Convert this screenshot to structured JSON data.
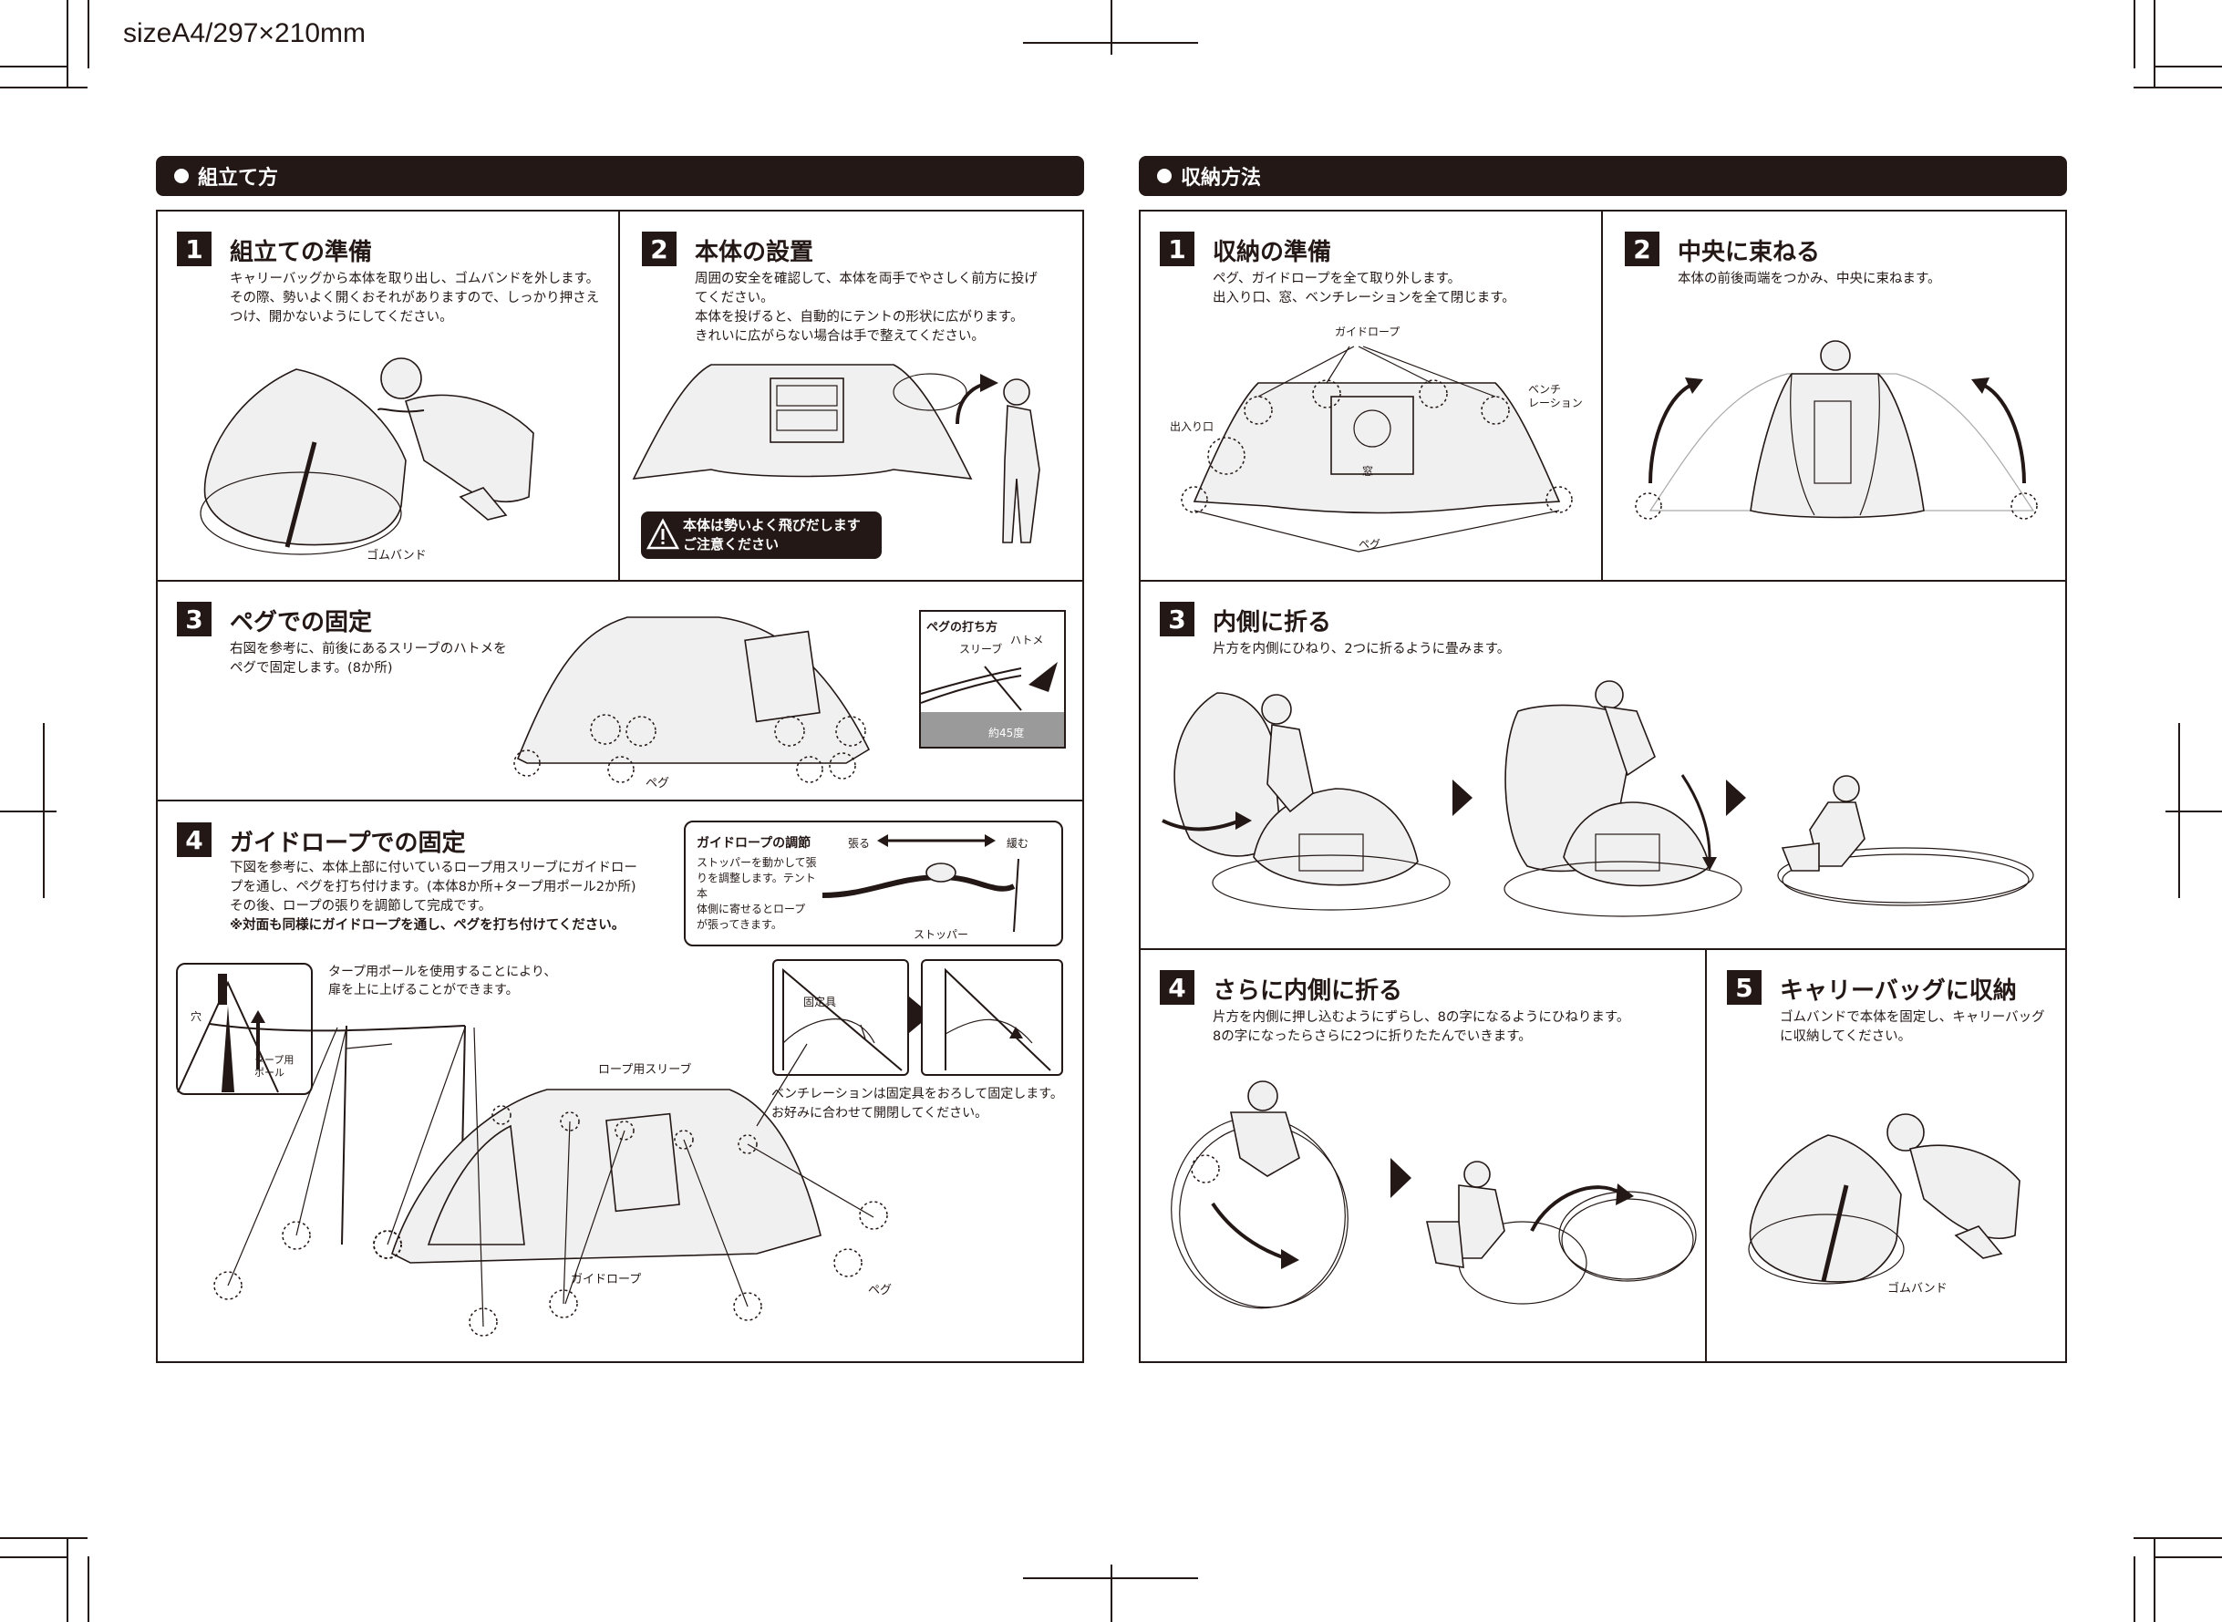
{
  "size_label": "sizeA4/297×210mm",
  "assembly": {
    "header": "組立て方",
    "steps": [
      {
        "num": "1",
        "title": "組立ての準備",
        "desc": [
          "キャリーバッグから本体を取り出し、ゴムバンドを外します。",
          "その際、勢いよく開くおそれがありますので、しっかり押さえ",
          "つけ、開かないようにしてください。"
        ],
        "label_band": "ゴムバンド"
      },
      {
        "num": "2",
        "title": "本体の設置",
        "desc": [
          "周囲の安全を確認して、本体を両手でやさしく前方に投げ",
          "てください。",
          "本体を投げると、自動的にテントの形状に広がります。",
          "きれいに広がらない場合は手で整えてください。"
        ],
        "warning": [
          "本体は勢いよく飛びだします",
          "ご注意ください"
        ]
      },
      {
        "num": "3",
        "title": "ペグでの固定",
        "desc": [
          "右図を参考に、前後にあるスリーブのハトメを",
          "ペグで固定します。(8か所)"
        ],
        "label_peg": "ペグ",
        "inset": {
          "title": "ペグの打ち方",
          "sleeve": "スリーブ",
          "grommet": "ハトメ",
          "angle": "約45度"
        }
      },
      {
        "num": "4",
        "title": "ガイドロープでの固定",
        "desc": [
          "下図を参考に、本体上部に付いているロープ用スリーブにガイドロー",
          "プを通し、ペグを打ち付けます。(本体8か所+タープ用ポール2か所)",
          "その後、ロープの張りを調節して完成です。"
        ],
        "desc_bold": "※対面も同様にガイドロープを通し、ペグを打ち付けてください。",
        "adjust": {
          "title": "ガイドロープの調節",
          "tighten": "張る",
          "loosen": "緩む",
          "desc": [
            "ストッパーを動かして張",
            "りを調整します。テント本",
            "体側に寄せるとロープ",
            "が張ってきます。"
          ],
          "stopper": "ストッパー"
        },
        "pole_note": [
          "タープ用ポールを使用することにより、",
          "扉を上に上げることができます。"
        ],
        "hole": "穴",
        "pole": [
          "タープ用",
          "ポール"
        ],
        "rope_sleeve": "ロープ用スリーブ",
        "fixture": "固定具",
        "vent_note": [
          "ベンチレーションは固定具をおろして固定します。",
          "お好みに合わせて開閉してください。"
        ],
        "guy_rope": "ガイドロープ",
        "peg": "ペグ"
      }
    ]
  },
  "storage": {
    "header": "収納方法",
    "steps": [
      {
        "num": "1",
        "title": "収納の準備",
        "desc": [
          "ペグ、ガイドロープを全て取り外します。",
          "出入り口、窓、ベンチレーションを全て閉じます。"
        ],
        "labels": {
          "guy_rope": "ガイドロープ",
          "entrance": "出入り口",
          "window": "窓",
          "vent": [
            "ベンチ",
            "レーション"
          ],
          "peg": "ペグ"
        }
      },
      {
        "num": "2",
        "title": "中央に束ねる",
        "desc": [
          "本体の前後両端をつかみ、中央に束ねます。"
        ]
      },
      {
        "num": "3",
        "title": "内側に折る",
        "desc": [
          "片方を内側にひねり、2つに折るように畳みます。"
        ]
      },
      {
        "num": "4",
        "title": "さらに内側に折る",
        "desc": [
          "片方を内側に押し込むようにずらし、8の字になるようにひねります。",
          "8の字になったらさらに2つに折りたたんでいきます。"
        ]
      },
      {
        "num": "5",
        "title": "キャリーバッグに収納",
        "desc": [
          "ゴムバンドで本体を固定し、キャリーバッグ",
          "に収納してください。"
        ],
        "label_band": "ゴムバンド"
      }
    ]
  }
}
